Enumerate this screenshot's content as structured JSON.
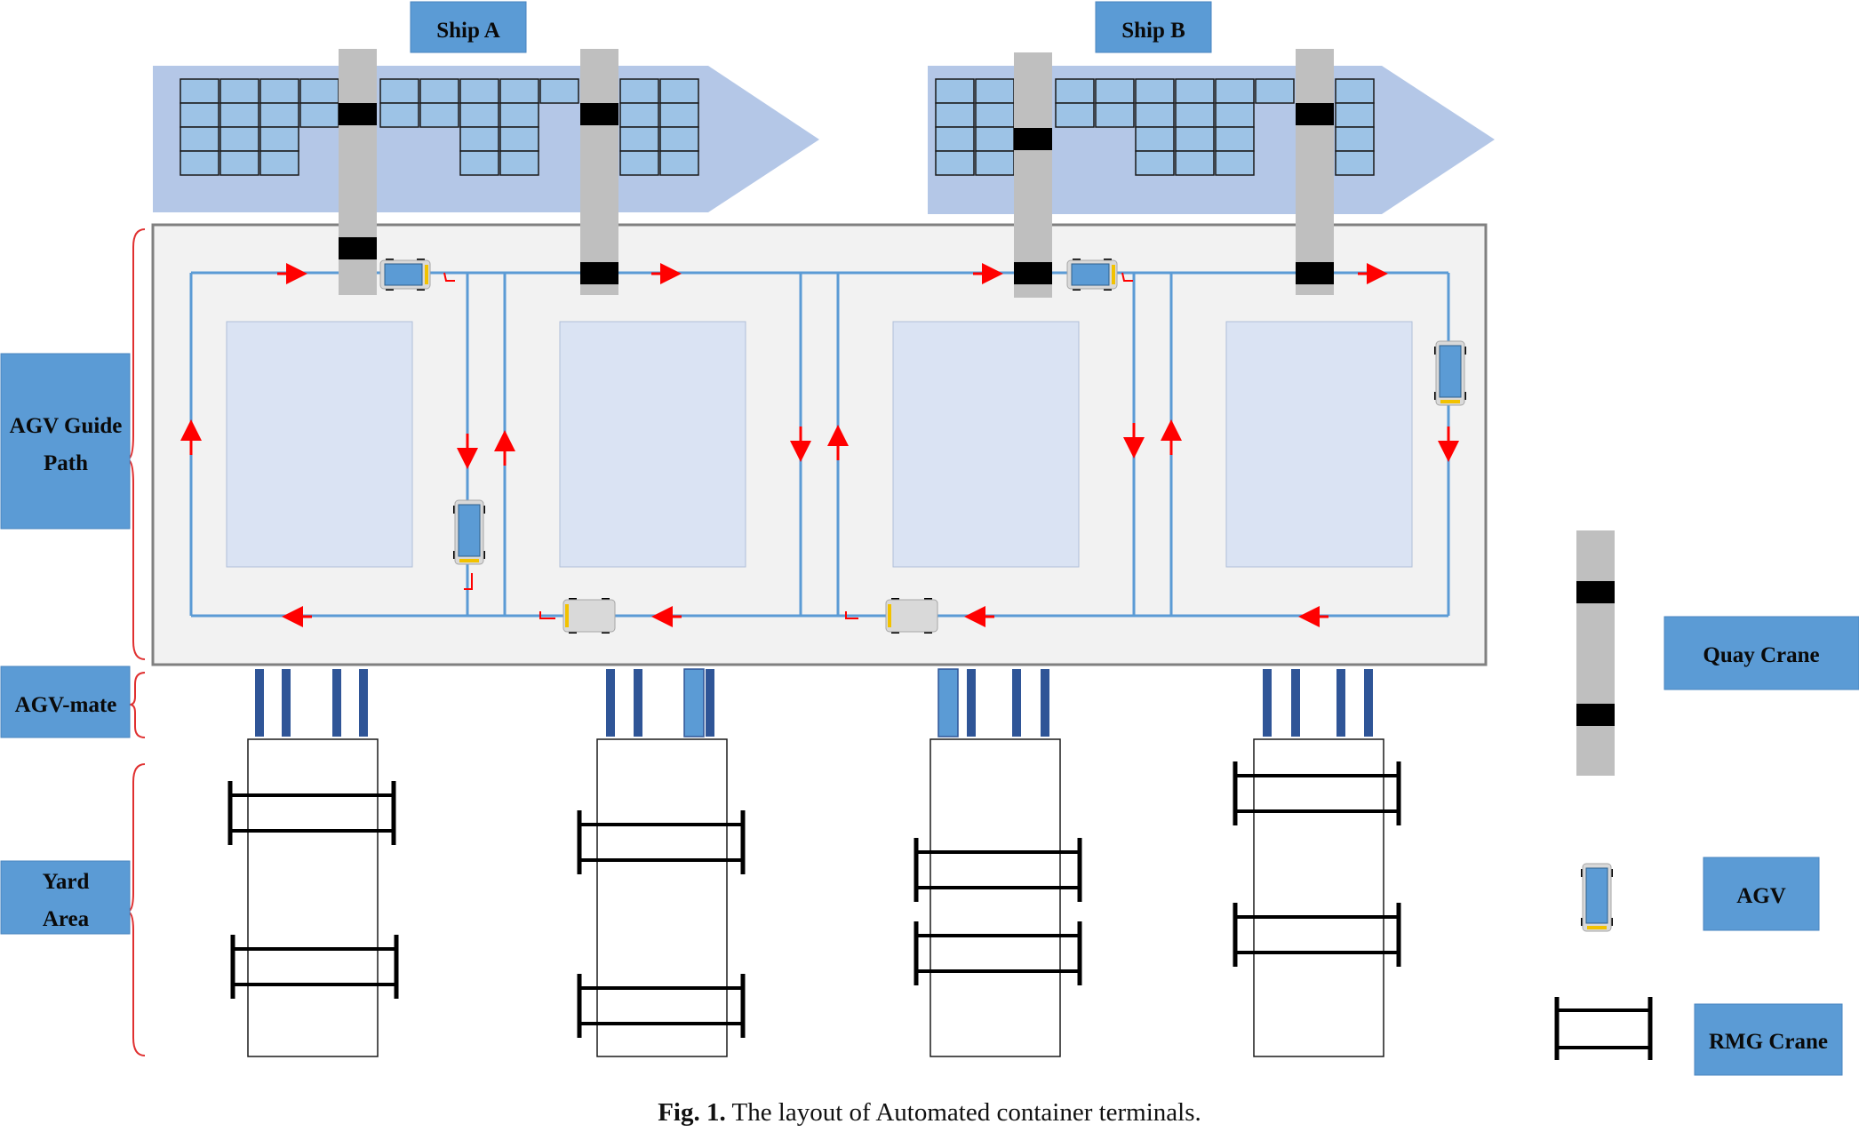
{
  "labels": {
    "ship_a": "Ship A",
    "ship_b": "Ship B",
    "agv_guide_path_1": "AGV Guide",
    "agv_guide_path_2": "Path",
    "agv_mate": "AGV-mate",
    "yard_area_1": "Yard",
    "yard_area_2": "Area",
    "legend_quay_crane": "Quay Crane",
    "legend_agv": "AGV",
    "legend_rmg_crane": "RMG Crane"
  },
  "caption": {
    "prefix": "Fig. 1.",
    "text": " The layout of Automated container terminals."
  },
  "colors": {
    "label_box": "#5b9bd5",
    "ship_hull": "#b4c7e7",
    "container": "#9dc3e6",
    "guide_path": "#5b9bd5",
    "arrow": "#ff0000",
    "apron": "#f2f2f2",
    "block_zone": "#dae3f3",
    "crane": "#bfbfbf",
    "agv_mate": "#2f5597"
  }
}
